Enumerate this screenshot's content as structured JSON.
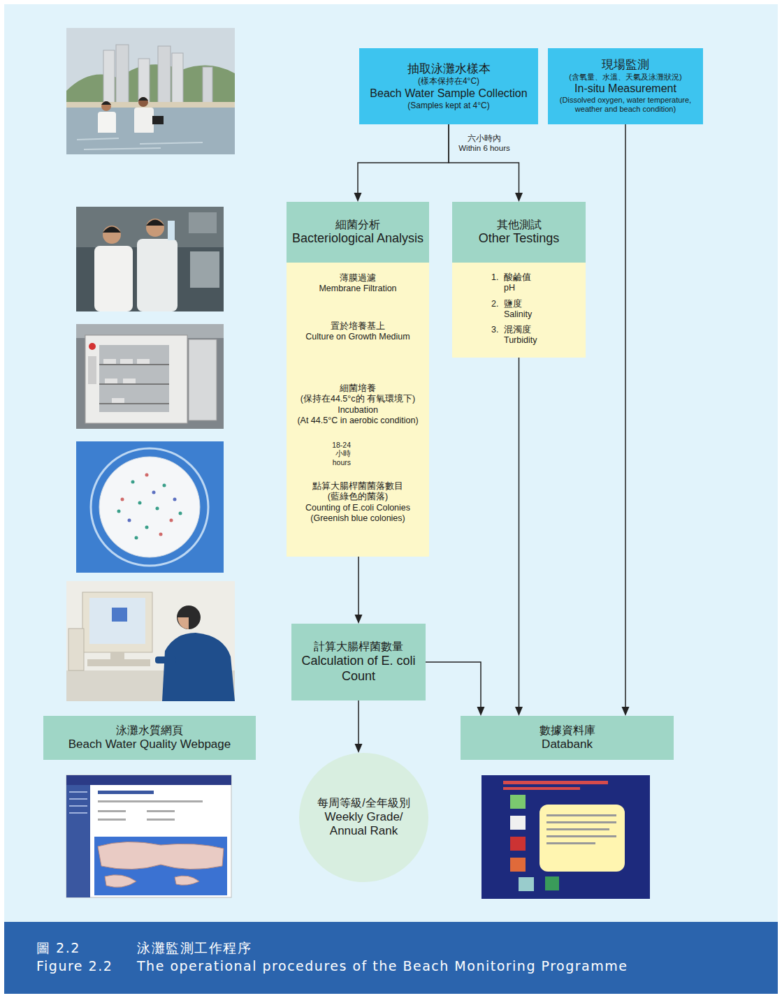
{
  "diagram": {
    "nodes": [
      {
        "text": [
          "抽取泳灘水樣本",
          "(樣本保持在4°C)",
          "Beach Water Sample Collection",
          "(Samples kept at 4°C)"
        ]
      },
      {
        "text": [
          "現場監測",
          "(含氧量、水溫、天氣及泳灘狀況)",
          "In-situ Measurement",
          "(Dissolved oxygen, water temperature, weather and beach condition)"
        ]
      },
      {
        "text": [
          "細菌分析",
          "Bacteriological Analysis"
        ]
      },
      {
        "text": [
          "薄膜過濾",
          "Membrane Filtration"
        ],
        "in": 2
      },
      {
        "text": [
          "置於培養基上",
          "Culture on Growth Medium"
        ],
        "in": 2
      },
      {
        "text": [
          "細菌培養",
          "(保持在44.5°c的 有氧環境下)",
          "Incubation",
          "(At 44.5°C in aerobic condition)"
        ],
        "in": 2
      },
      {
        "text": [
          "點算大腸桿菌菌落數目",
          "(藍綠色的菌落)",
          "Counting of E.coli Colonies",
          "(Greenish blue colonies)"
        ],
        "in": 2
      },
      {
        "text": [
          "其他測試",
          "Other Testings",
          "1.",
          "酸鹼值",
          "pH",
          "2.",
          "鹽度",
          "Salinity",
          "3.",
          "混濁度",
          "Turbidity"
        ]
      },
      {
        "text": [
          "計算大腸桿菌數量",
          "Calculation of E. coli Count"
        ]
      },
      {
        "text": [
          "泳灘水質網頁",
          "Beach Water Quality Webpage"
        ]
      },
      {
        "text": [
          "數據資料庫",
          "Databank"
        ]
      },
      {
        "text": [
          "每周等級/全年級別",
          "Weekly Grade/ Annual Rank"
        ]
      }
    ],
    "edges": [
      {
        "from": 0,
        "to": 2,
        "arrow": "to",
        "label": "六小時內 Within 6 hours"
      },
      {
        "from": 0,
        "to": 7,
        "arrow": "to"
      },
      {
        "from": 3,
        "to": 4,
        "arrow": "to"
      },
      {
        "from": 4,
        "to": 5,
        "arrow": "to"
      },
      {
        "from": 5,
        "to": 6,
        "arrow": "to",
        "label": "18-24 小時 hours"
      },
      {
        "from": 2,
        "to": 8,
        "arrow": "to"
      },
      {
        "from": 7,
        "to": 10,
        "arrow": "to"
      },
      {
        "from": 1,
        "to": 10,
        "arrow": "to"
      },
      {
        "from": 8,
        "to": 10,
        "arrow": "to"
      },
      {
        "from": 8,
        "to": 11,
        "arrow": "to"
      }
    ],
    "labels": [
      "圖 2.2",
      "泳灘監測工作程序",
      "Figure 2.2",
      "The operational procedures of the Beach Monitoring Programme"
    ]
  }
}
